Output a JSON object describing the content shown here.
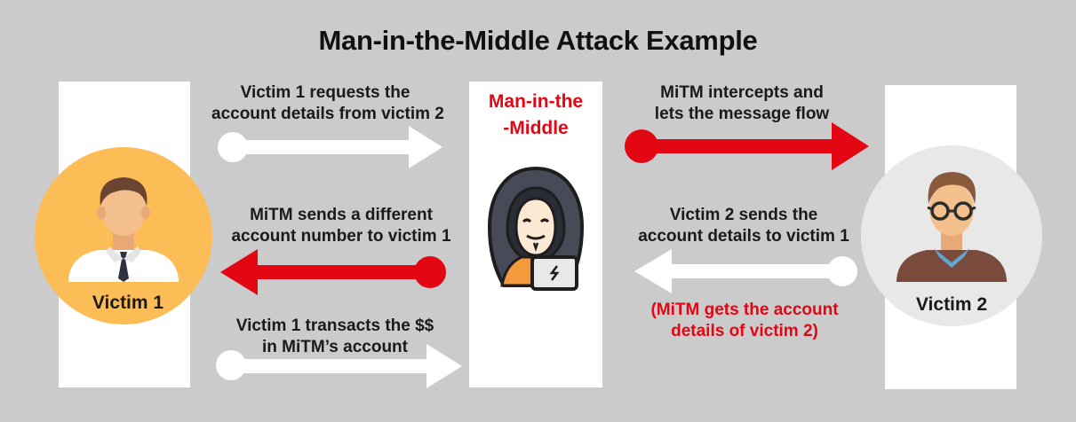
{
  "title": "Man-in-the-Middle Attack Example",
  "actors": {
    "victim1": {
      "name": "Victim 1",
      "icon": "businessman-icon",
      "circle_color": "#fdbd56"
    },
    "victim2": {
      "name": "Victim 2",
      "icon": "glasses-man-icon",
      "circle_color": "#e8e8e8"
    },
    "mitm": {
      "name_line1": "Man-in-the",
      "name_line2": "-Middle",
      "icon": "hooded-hacker-icon",
      "color": "#e30613"
    }
  },
  "messages": {
    "step1": {
      "line1": "Victim 1 requests the",
      "line2": "account details from victim 2",
      "direction": "right",
      "color": "white"
    },
    "step2": {
      "line1": "MiTM intercepts and",
      "line2": "lets the message flow",
      "direction": "right",
      "color": "red"
    },
    "step3": {
      "line1": "Victim 2 sends the",
      "line2": "account details to victim 1",
      "direction": "left",
      "color": "white"
    },
    "step4": {
      "line1": "MiTM sends a different",
      "line2": "account number to victim 1",
      "direction": "left",
      "color": "red"
    },
    "step5": {
      "line1": "Victim 1 transacts the $$",
      "line2": "in MiTM’s account",
      "direction": "right",
      "color": "white"
    },
    "note": {
      "line1": "(MiTM gets the account",
      "line2": "details of victim 2)"
    }
  },
  "colors": {
    "background": "#cbcbcb",
    "red": "#e30613",
    "white": "#ffffff"
  }
}
